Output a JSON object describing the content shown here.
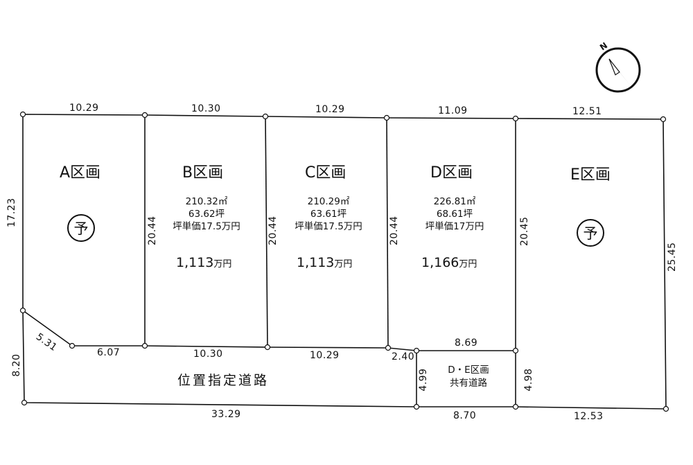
{
  "compass": {
    "north": "N"
  },
  "lots": [
    {
      "name": "A区画",
      "badge": "予"
    },
    {
      "name": "B区画",
      "area_m2": "210.32㎡",
      "area_tsubo": "63.62坪",
      "unit_price": "坪単価17.5万円",
      "price": "1,113",
      "price_unit": "万円"
    },
    {
      "name": "C区画",
      "area_m2": "210.29㎡",
      "area_tsubo": "63.61坪",
      "unit_price": "坪単価17.5万円",
      "price": "1,113",
      "price_unit": "万円"
    },
    {
      "name": "D区画",
      "area_m2": "226.81㎡",
      "area_tsubo": "68.61坪",
      "unit_price": "坪単価17万円",
      "price": "1,166",
      "price_unit": "万円"
    },
    {
      "name": "E区画",
      "badge": "予"
    }
  ],
  "road": {
    "label": "位置指定道路"
  },
  "shared_road": {
    "line1": "D・E区画",
    "line2": "共有道路"
  },
  "dimensions": {
    "top_a": "10.29",
    "top_b": "10.30",
    "top_c": "10.29",
    "top_d": "11.09",
    "top_e": "12.51",
    "left_a": "17.23",
    "ab": "20.44",
    "bc": "20.44",
    "cd": "20.44",
    "de": "20.45",
    "right_e": "25.45",
    "chamfer": "5.31",
    "bottom_a": "6.07",
    "bottom_b": "10.30",
    "bottom_c": "10.29",
    "road_step": "2.40",
    "bottom_d": "8.69",
    "road_left": "8.20",
    "road_bottom": "33.29",
    "shared_left": "4.99",
    "shared_right": "4.98",
    "shared_bottom": "8.70",
    "bottom_e": "12.53"
  }
}
